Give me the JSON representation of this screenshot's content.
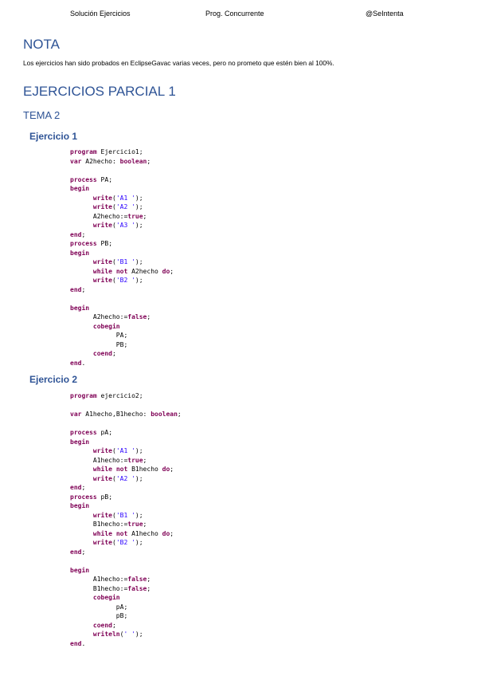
{
  "header": {
    "left": "Solución Ejercicios",
    "center": "Prog. Concurrente",
    "right": "@SeIntenta"
  },
  "nota": {
    "title": "NOTA",
    "text": "Los ejercicios han sido probados en EclipseGavac varias veces, pero no prometo que estén bien al 100%."
  },
  "section": {
    "title": "EJERCICIOS PARCIAL 1",
    "subtitle": "TEMA 2"
  },
  "ejercicio1": {
    "title": "Ejercicio 1",
    "code": [
      "program Ejercicio1;",
      "var A2hecho: boolean;",
      "",
      "process PA;",
      "begin",
      "      write('A1 ');",
      "      write('A2 ');",
      "      A2hecho:=true;",
      "      write('A3 ');",
      "end;",
      "process PB;",
      "begin",
      "      write('B1 ');",
      "      while not A2hecho do;",
      "      write('B2 ');",
      "end;",
      "",
      "begin",
      "      A2hecho:=false;",
      "      cobegin",
      "            PA;",
      "            PB;",
      "      coend;",
      "end."
    ]
  },
  "ejercicio2": {
    "title": "Ejercicio 2",
    "code": [
      "program ejercicio2;",
      "",
      "var A1hecho,B1hecho: boolean;",
      "",
      "process pA;",
      "begin",
      "      write('A1 ');",
      "      A1hecho:=true;",
      "      while not B1hecho do;",
      "      write('A2 ');",
      "end;",
      "process pB;",
      "begin",
      "      write('B1 ');",
      "      B1hecho:=true;",
      "      while not A1hecho do;",
      "      write('B2 ');",
      "end;",
      "",
      "begin",
      "      A1hecho:=false;",
      "      B1hecho:=false;",
      "      cobegin",
      "            pA;",
      "            pB;",
      "      coend;",
      "      writeln(' ');",
      "end."
    ]
  }
}
